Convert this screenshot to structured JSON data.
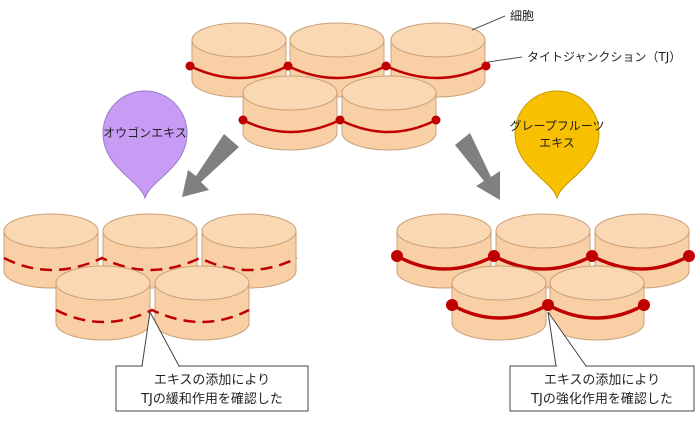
{
  "labels": {
    "cell": "細胞",
    "tight_junction": "タイトジャンクション（TJ）"
  },
  "pins": {
    "ougon": {
      "line1": "オウゴンエキス",
      "color": "#c89cf5"
    },
    "grapefruit": {
      "line1": "グレープフルーツ",
      "line2": "エキス",
      "color": "#f7c000"
    }
  },
  "results": {
    "left": {
      "line1": "エキスの添加により",
      "line2": "TJの緩和作用を確認した"
    },
    "right": {
      "line1": "エキスの添加により",
      "line2": "TJの強化作用を確認した"
    }
  },
  "colors": {
    "cell_fill": "#f9cfa6",
    "cell_top": "#fbd8b4",
    "cell_stroke": "#c9a078",
    "tj_line": "#c00000",
    "arrow": "#808080"
  },
  "groups": {
    "top": {
      "state": "normal"
    },
    "left": {
      "state": "loosened"
    },
    "right": {
      "state": "strengthened"
    }
  }
}
